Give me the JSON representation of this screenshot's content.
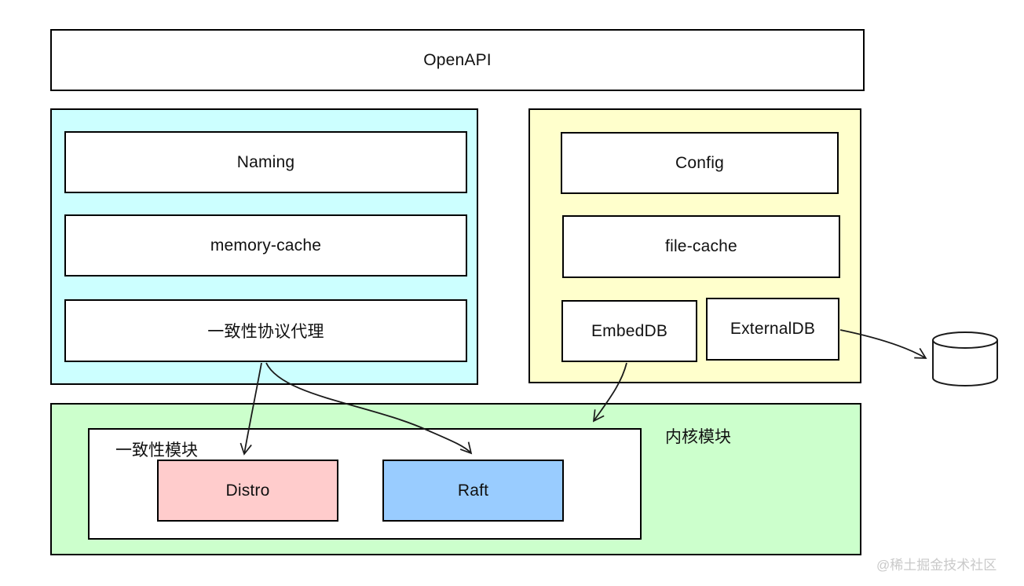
{
  "colors": {
    "cyan": "#ccffff",
    "yellow": "#ffffcc",
    "green": "#ccffcc",
    "pink": "#ffcccc",
    "blue": "#99ccff",
    "border": "#000000",
    "watermark": "#c9c9c9"
  },
  "diagram": {
    "title_box": "OpenAPI",
    "naming_panel": {
      "naming": "Naming",
      "memory_cache": "memory-cache",
      "consistency_proxy": "一致性协议代理"
    },
    "config_panel": {
      "config": "Config",
      "file_cache": "file-cache",
      "embed_db": "EmbedDB",
      "external_db": "ExternalDB"
    },
    "kernel_panel": {
      "label": "内核模块",
      "consistency_module": {
        "label": "一致性模块",
        "distro": "Distro",
        "raft": "Raft"
      }
    },
    "icons": {
      "database": "database-cylinder-icon"
    },
    "watermark": "@稀土掘金技术社区"
  }
}
